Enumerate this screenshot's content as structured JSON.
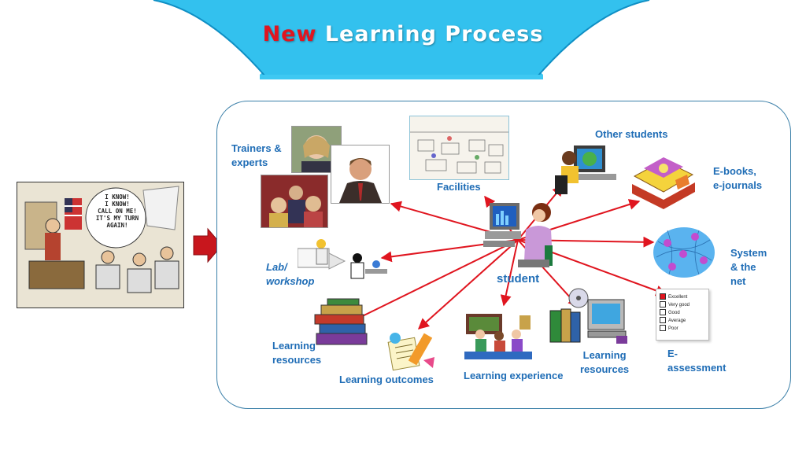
{
  "title": {
    "accent": "New",
    "main": "Learning Process"
  },
  "center": {
    "label": "student"
  },
  "labels": {
    "trainers": "Trainers &\nexperts",
    "facilities": "Facilities",
    "other_students": "Other students",
    "ebooks": "E-books,\ne-journals",
    "system": "System\n& the\nnet",
    "lab": "Lab/\nworkshop",
    "learning_resources_left": "Learning\nresources",
    "learning_outcomes": "Learning outcomes",
    "learning_experience": "Learning experience",
    "learning_resources_right": "Learning\nresources",
    "e_assessment": "E-\nassessment"
  },
  "cartoon_text": "I KNOW!\nI KNOW!\nCALL ON ME!\nIT'S MY TURN\nAGAIN!",
  "assessment_sheet": [
    "Excellent",
    "Very good",
    "Good",
    "Average",
    "Poor"
  ],
  "colors": {
    "accent": "#e0151f",
    "label": "#1f6db6",
    "arrow": "#e0151f",
    "banner": "#29b6e8",
    "panel_border": "#3a7fa8"
  }
}
